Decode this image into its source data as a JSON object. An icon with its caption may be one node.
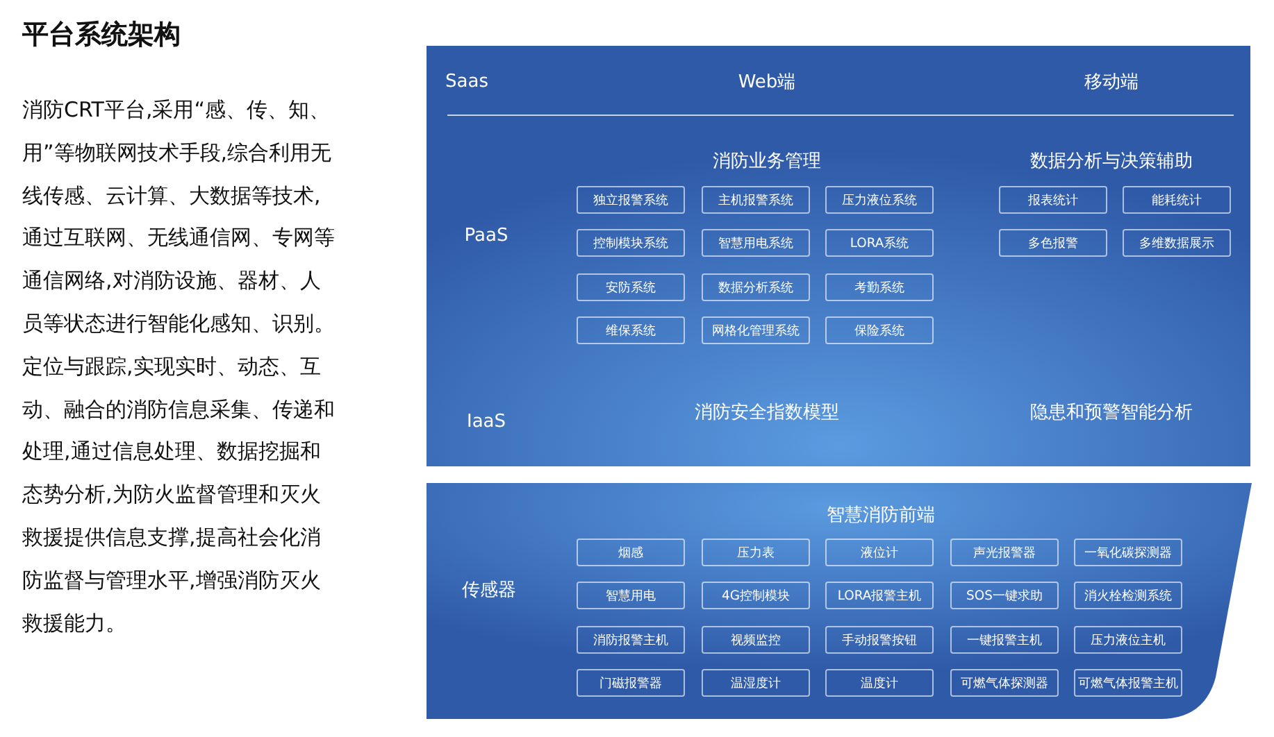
{
  "diagram": {
    "title": "平台系统架构",
    "nodes": [
      {
        "text": [
          "Saas",
          "Web端",
          "移动端",
          "PaaS",
          "消防业务管理",
          "数据分析与决策辅助",
          "IaaS",
          "消防安全指数模型",
          "隐患和预警智能分析"
        ]
      },
      {
        "text": [
          "独立报警系统"
        ],
        "in": 0
      },
      {
        "text": [
          "主机报警系统"
        ],
        "in": 0
      },
      {
        "text": [
          "压力液位系统"
        ],
        "in": 0
      },
      {
        "text": [
          "控制模块系统"
        ],
        "in": 0
      },
      {
        "text": [
          "智慧用电系统"
        ],
        "in": 0
      },
      {
        "text": [
          "LORA系统"
        ],
        "in": 0
      },
      {
        "text": [
          "安防系统"
        ],
        "in": 0
      },
      {
        "text": [
          "数据分析系统"
        ],
        "in": 0
      },
      {
        "text": [
          "考勤系统"
        ],
        "in": 0
      },
      {
        "text": [
          "维保系统"
        ],
        "in": 0
      },
      {
        "text": [
          "网格化管理系统"
        ],
        "in": 0
      },
      {
        "text": [
          "保险系统"
        ],
        "in": 0
      },
      {
        "text": [
          "报表统计"
        ],
        "in": 0
      },
      {
        "text": [
          "能耗统计"
        ],
        "in": 0
      },
      {
        "text": [
          "多色报警"
        ],
        "in": 0
      },
      {
        "text": [
          "多维数据展示"
        ],
        "in": 0
      },
      {
        "text": [
          "传感器",
          "智慧消防前端"
        ]
      },
      {
        "text": [
          "烟感"
        ],
        "in": 17
      },
      {
        "text": [
          "压力表"
        ],
        "in": 17
      },
      {
        "text": [
          "液位计"
        ],
        "in": 17
      },
      {
        "text": [
          "声光报警器"
        ],
        "in": 17
      },
      {
        "text": [
          "一氧化碳探测器"
        ],
        "in": 17
      },
      {
        "text": [
          "智慧用电"
        ],
        "in": 17
      },
      {
        "text": [
          "4G控制模块"
        ],
        "in": 17
      },
      {
        "text": [
          "LORA报警主机"
        ],
        "in": 17
      },
      {
        "text": [
          "SOS一键求助"
        ],
        "in": 17
      },
      {
        "text": [
          "消火栓检测系统"
        ],
        "in": 17
      },
      {
        "text": [
          "消防报警主机"
        ],
        "in": 17
      },
      {
        "text": [
          "视频监控"
        ],
        "in": 17
      },
      {
        "text": [
          "手动报警按钮"
        ],
        "in": 17
      },
      {
        "text": [
          "一键报警主机"
        ],
        "in": 17
      },
      {
        "text": [
          "压力液位主机"
        ],
        "in": 17
      },
      {
        "text": [
          "门磁报警器"
        ],
        "in": 17
      },
      {
        "text": [
          "温湿度计"
        ],
        "in": 17
      },
      {
        "text": [
          "温度计"
        ],
        "in": 17
      },
      {
        "text": [
          "可燃气体探测器"
        ],
        "in": 17
      },
      {
        "text": [
          "可燃气体报警主机"
        ],
        "in": 17
      }
    ],
    "edges": [],
    "labels": [
      "消防CRT平台,采用“感、传、知、用”等物联网技术手段,综合利用无线传感、云计算、大数据等技术,通过互联网、无线通信网、专网等通信网络,对消防设施、器材、人员等状态进行智能化感知、识别。定位与跟踪,实现实时、动态、互动、融合的消防信息采集、传递和处理,通过信息处理、数据挖掘和态势分析,为防火监督管理和灭火救援提供信息支撑,提高社会化消防监督与管理水平,增强消防灭火救援能力。"
    ]
  }
}
